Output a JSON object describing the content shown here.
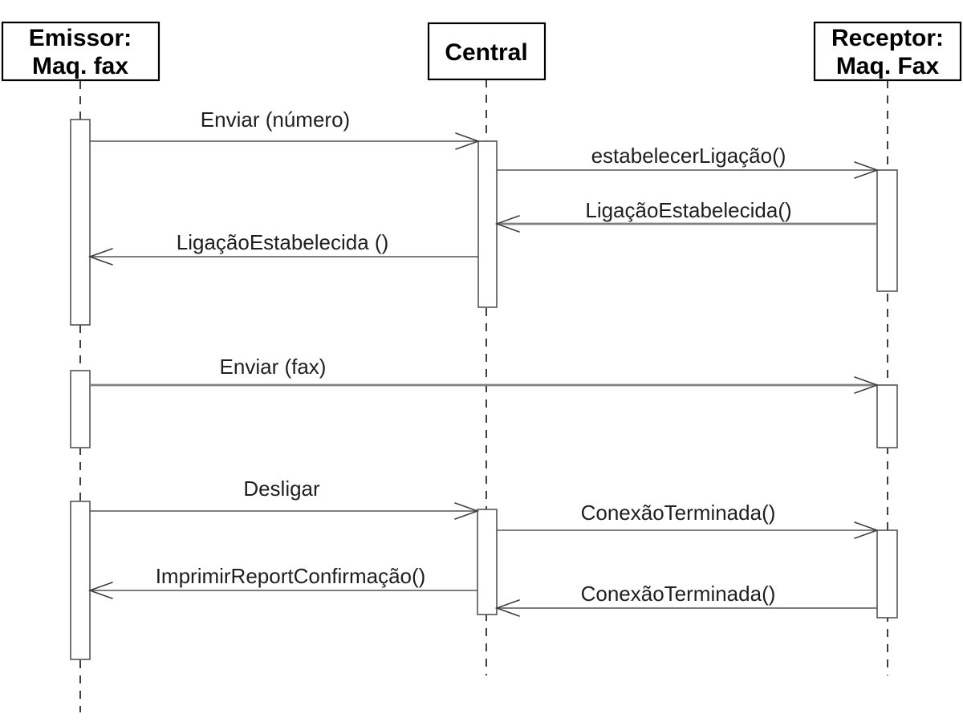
{
  "diagram": {
    "type": "uml-sequence-diagram",
    "background_color": "#ffffff",
    "colors": {
      "actor_box_border": "#000000",
      "actor_text": "#000000",
      "message_line": "#545454",
      "message_line_secondary": "#7f7f7f",
      "lifeline": "#3f3f3f",
      "message_text": "#1f1f1f",
      "activation_fill": "#ffffff"
    },
    "actors": [
      {
        "id": "emissor",
        "line1": "Emissor:",
        "line2": "Maq. fax"
      },
      {
        "id": "central",
        "line1": "Central",
        "line2": ""
      },
      {
        "id": "receptor",
        "line1": "Receptor:",
        "line2": "Maq. Fax"
      }
    ],
    "messages": [
      {
        "label": "Enviar (número)",
        "from": "emissor",
        "to": "central"
      },
      {
        "label": "estabelecerLigação()",
        "from": "central",
        "to": "receptor"
      },
      {
        "label": "LigaçãoEstabelecida()",
        "from": "receptor",
        "to": "central"
      },
      {
        "label": "LigaçãoEstabelecida ()",
        "from": "central",
        "to": "emissor"
      },
      {
        "label": "Enviar (fax)",
        "from": "emissor",
        "to": "receptor"
      },
      {
        "label": "Desligar",
        "from": "emissor",
        "to": "central"
      },
      {
        "label": "ConexãoTerminada()",
        "from": "central",
        "to": "receptor"
      },
      {
        "label": "ImprimirReportConfirmação()",
        "from": "central",
        "to": "emissor"
      },
      {
        "label": "ConexãoTerminada()",
        "from": "receptor",
        "to": "central"
      }
    ]
  }
}
